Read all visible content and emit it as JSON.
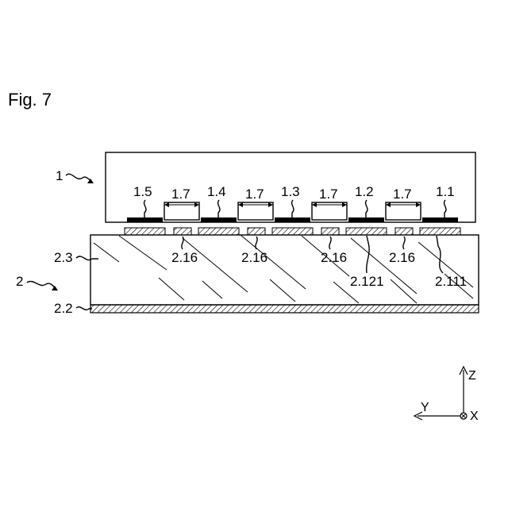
{
  "figure_label": "Fig. 7",
  "part_1_label": "1",
  "part_2_label": "2",
  "element_labels": {
    "l_1_5": "1.5",
    "l_1_4": "1.4",
    "l_1_3": "1.3",
    "l_1_2": "1.2",
    "l_1_1": "1.1",
    "gap_a": "1.7",
    "gap_b": "1.7",
    "gap_c": "1.7",
    "gap_d": "1.7",
    "l_2_3": "2.3",
    "l_2_2": "2.2",
    "l_2_16_a": "2.16",
    "l_2_16_b": "2.16",
    "l_2_16_c": "2.16",
    "l_2_16_d": "2.16",
    "l_2_121": "2.121",
    "l_2_111": "2.111"
  },
  "axes": {
    "z": "Z",
    "y": "Y",
    "x": "X"
  }
}
